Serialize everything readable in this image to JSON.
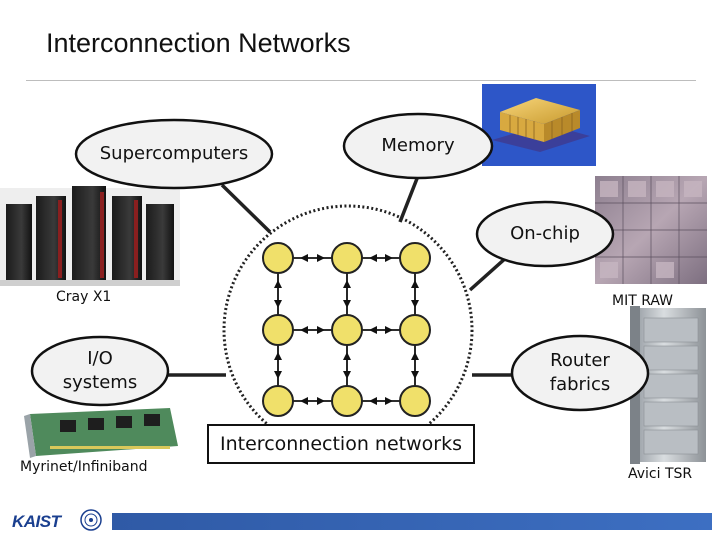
{
  "title": "Interconnection Networks",
  "nodes": {
    "supercomputers": "Supercomputers",
    "memory": "Memory",
    "on_chip": "On-chip",
    "io_line1": "I/O",
    "io_line2": "systems",
    "router_line1": "Router",
    "router_line2": "fabrics",
    "center": "Interconnection networks"
  },
  "captions": {
    "cray": "Cray X1",
    "mit": "MIT RAW",
    "myrinet": "Myrinet/Infiniband",
    "avici": "Avici TSR"
  },
  "footer": {
    "logo_text": "KAIST"
  },
  "colors": {
    "mesh_node_fill": "#f0e06a",
    "ellipse_fill": "#f2f2f2",
    "footer_bar": "#2f5aa6"
  }
}
